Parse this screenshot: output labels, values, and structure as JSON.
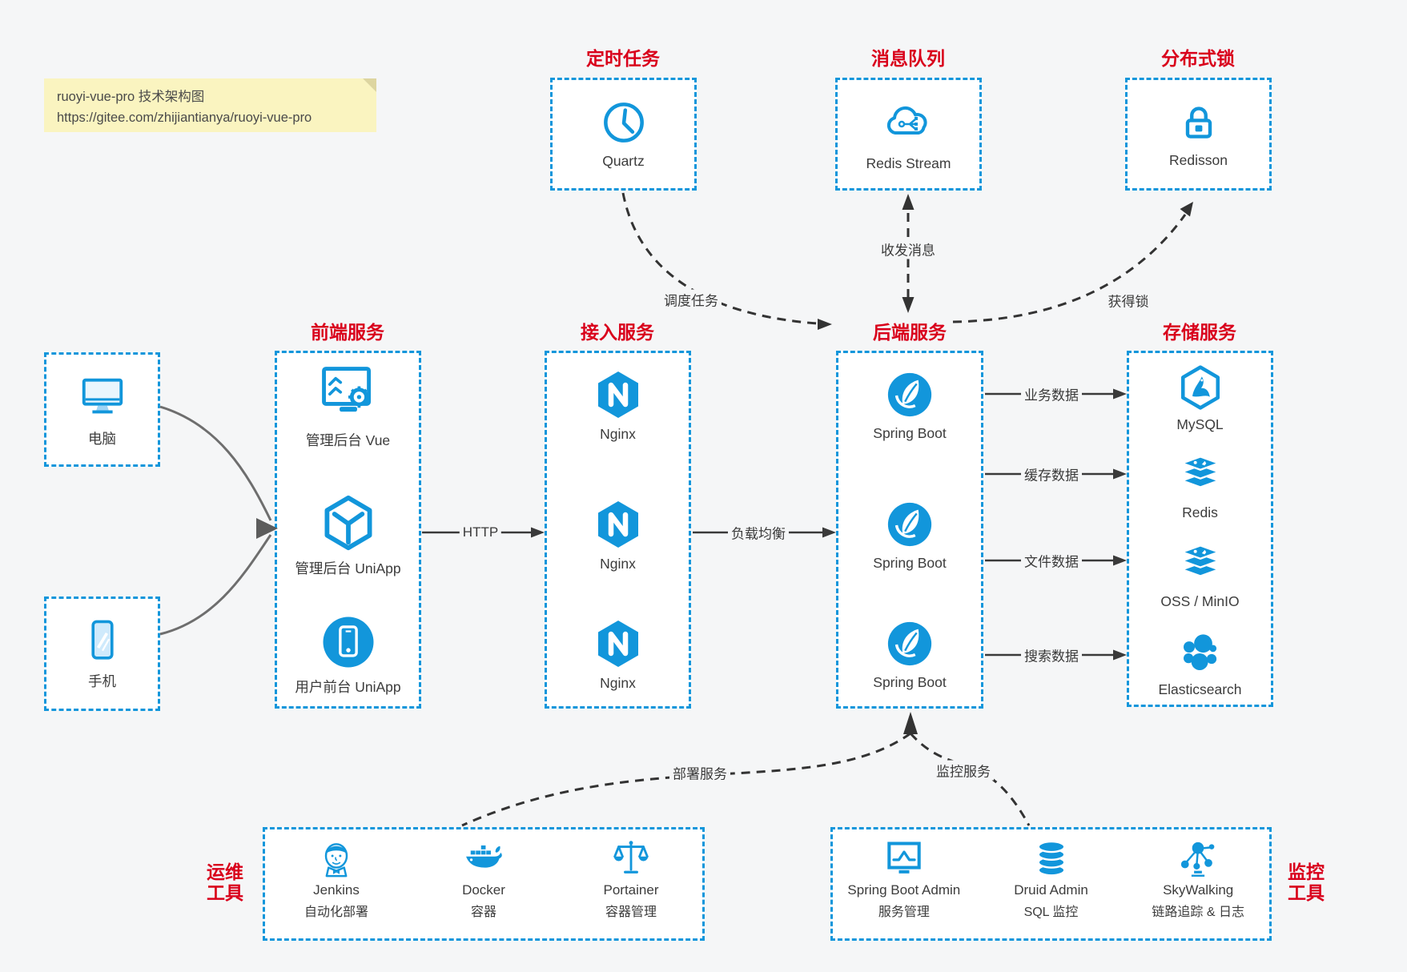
{
  "note": {
    "line1": "ruoyi-vue-pro 技术架构图",
    "line2": "https://gitee.com/zhijiantianya/ruoyi-vue-pro"
  },
  "colors": {
    "accent_blue": "#1296db",
    "title_red": "#d9001b",
    "arrow_dark": "#3a3a3a",
    "page_bg": "#f5f6f7"
  },
  "top": {
    "scheduled_job": {
      "title": "定时任务",
      "item": "Quartz"
    },
    "message_queue": {
      "title": "消息队列",
      "item": "Redis Stream"
    },
    "distributed_lock": {
      "title": "分布式锁",
      "item": "Redisson"
    }
  },
  "clients": {
    "pc": "电脑",
    "phone": "手机"
  },
  "columns": {
    "frontend": {
      "title": "前端服务",
      "items": [
        "管理后台 Vue",
        "管理后台 UniApp",
        "用户前台 UniApp"
      ]
    },
    "gateway": {
      "title": "接入服务",
      "items": [
        "Nginx",
        "Nginx",
        "Nginx"
      ]
    },
    "backend": {
      "title": "后端服务",
      "items": [
        "Spring Boot",
        "Spring Boot",
        "Spring Boot"
      ]
    },
    "storage": {
      "title": "存储服务",
      "items": [
        "MySQL",
        "Redis",
        "OSS / MinIO",
        "Elasticsearch"
      ]
    }
  },
  "bottom": {
    "ops": {
      "title_line1": "运维",
      "title_line2": "工具",
      "items": [
        {
          "name": "Jenkins",
          "desc": "自动化部署"
        },
        {
          "name": "Docker",
          "desc": "容器"
        },
        {
          "name": "Portainer",
          "desc": "容器管理"
        }
      ]
    },
    "monitoring": {
      "title_line1": "监控",
      "title_line2": "工具",
      "items": [
        {
          "name": "Spring Boot Admin",
          "desc": "服务管理"
        },
        {
          "name": "Druid Admin",
          "desc": "SQL 监控"
        },
        {
          "name": "SkyWalking",
          "desc": "链路追踪 & 日志"
        }
      ]
    }
  },
  "edges": {
    "http": "HTTP",
    "load_balance": "负载均衡",
    "business_data": "业务数据",
    "cache_data": "缓存数据",
    "file_data": "文件数据",
    "search_data": "搜索数据",
    "schedule_job": "调度任务",
    "send_receive_msg": "收发消息",
    "acquire_lock": "获得锁",
    "deploy_service": "部署服务",
    "monitor_service": "监控服务"
  }
}
